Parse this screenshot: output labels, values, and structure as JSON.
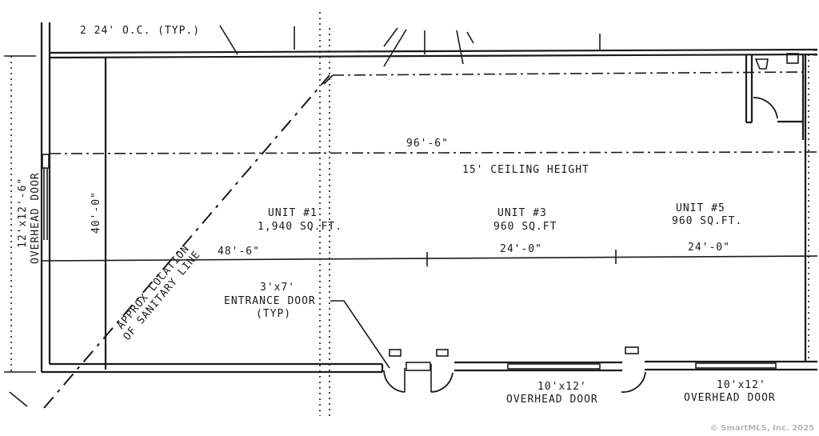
{
  "drawing": {
    "type": "floor-plan",
    "notes": {
      "top_note": "2 24' O.C. (TYP.)",
      "ceiling": "15' CEILING HEIGHT",
      "sanitary_line": [
        "APPROX LOCATION",
        "OF SANITARY LINE"
      ]
    },
    "dimensions": {
      "overall_length": "96'-6\"",
      "depth": "40'-0\"",
      "unit1_width": "48'-6\"",
      "unit3_width": "24'-0\"",
      "unit5_width": "24'-0\""
    },
    "units": [
      {
        "name": "UNIT #1",
        "area": "1,940 SQ.FT."
      },
      {
        "name": "UNIT #3",
        "area": "960 SQ.FT"
      },
      {
        "name": "UNIT #5",
        "area": "960 SQ.FT."
      }
    ],
    "doors": {
      "left_overhead": [
        "12'x12'-6\"",
        "OVERHEAD DOOR"
      ],
      "entrance": [
        "3'x7'",
        "ENTRANCE DOOR",
        "(TYP)"
      ],
      "overhead_1": [
        "10'x12'",
        "OVERHEAD DOOR"
      ],
      "overhead_2": [
        "10'x12'",
        "OVERHEAD DOOR"
      ]
    }
  },
  "footer": {
    "copyright": "© SmartMLS, Inc.  2025"
  }
}
